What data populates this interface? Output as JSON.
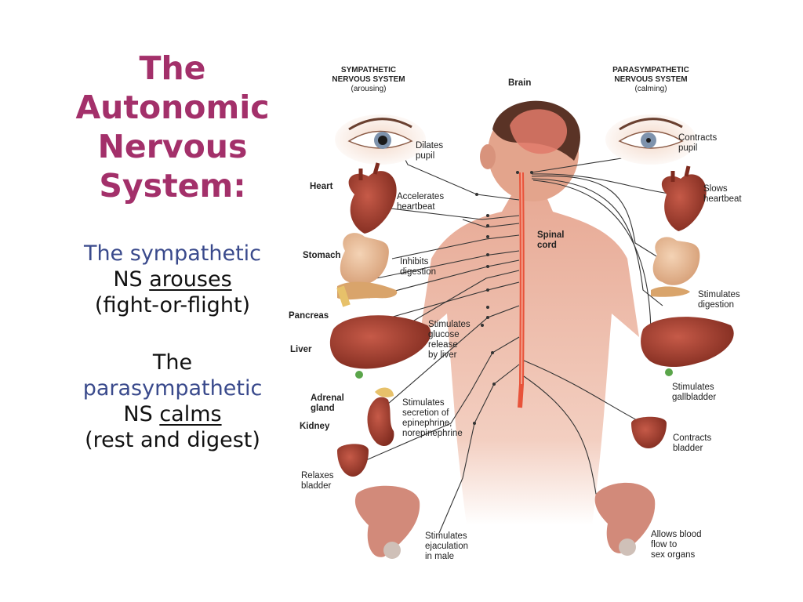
{
  "title": {
    "lines": [
      "The",
      "Autonomic",
      "Nervous",
      "System:"
    ]
  },
  "sympathetic_text": {
    "line1_colored": "The sympathetic",
    "line2_prefix": "NS ",
    "line2_underlined": "arouses",
    "line3": "(fight-or-flight)"
  },
  "parasympathetic_text": {
    "line1": "The",
    "line2_colored": "parasympathetic",
    "line3_prefix": "NS ",
    "line3_underlined": "calms",
    "line4": "(rest and digest)"
  },
  "colors": {
    "title": "#a3306a",
    "accent_text": "#3a4a8c",
    "spinal_cord": "#e8533a",
    "nerve": "#333333",
    "skin": "#e2a08a",
    "organ_red": "#9e3a2a",
    "stomach": "#e3b38e"
  },
  "diagram": {
    "sympathetic_heading": [
      "SYMPATHETIC",
      "NERVOUS SYSTEM",
      "(arousing)"
    ],
    "parasympathetic_heading": [
      "PARASYMPATHETIC",
      "NERVOUS SYSTEM",
      "(calming)"
    ],
    "left_organs": [
      "Heart",
      "Stomach",
      "Pancreas",
      "Liver",
      "Adrenal gland",
      "Kidney",
      "Relaxes bladder"
    ],
    "left_effects": {
      "pupil": [
        "Dilates",
        "pupil"
      ],
      "heart": [
        "Accelerates",
        "heartbeat"
      ],
      "digestion": [
        "Inhibits",
        "digestion"
      ],
      "glucose": [
        "Stimulates",
        "glucose",
        "release",
        "by liver"
      ],
      "secretion": [
        "Stimulates",
        "secretion of",
        "epinephrine,",
        "norepinephrine"
      ],
      "bladder": [
        "Relaxes",
        "bladder"
      ],
      "ejaculation": [
        "Stimulates",
        "ejaculation",
        "in male"
      ]
    },
    "center_labels": {
      "brain": "Brain",
      "spinal_cord": [
        "Spinal",
        "cord"
      ]
    },
    "right_effects": {
      "pupil": [
        "Contracts",
        "pupil"
      ],
      "heart": [
        "Slows",
        "heartbeat"
      ],
      "digestion": [
        "Stimulates",
        "digestion"
      ],
      "gallbladder": [
        "Stimulates",
        "gallbladder"
      ],
      "bladder": [
        "Contracts",
        "bladder"
      ],
      "blood_flow": [
        "Allows blood",
        "flow to",
        "sex organs"
      ]
    }
  }
}
